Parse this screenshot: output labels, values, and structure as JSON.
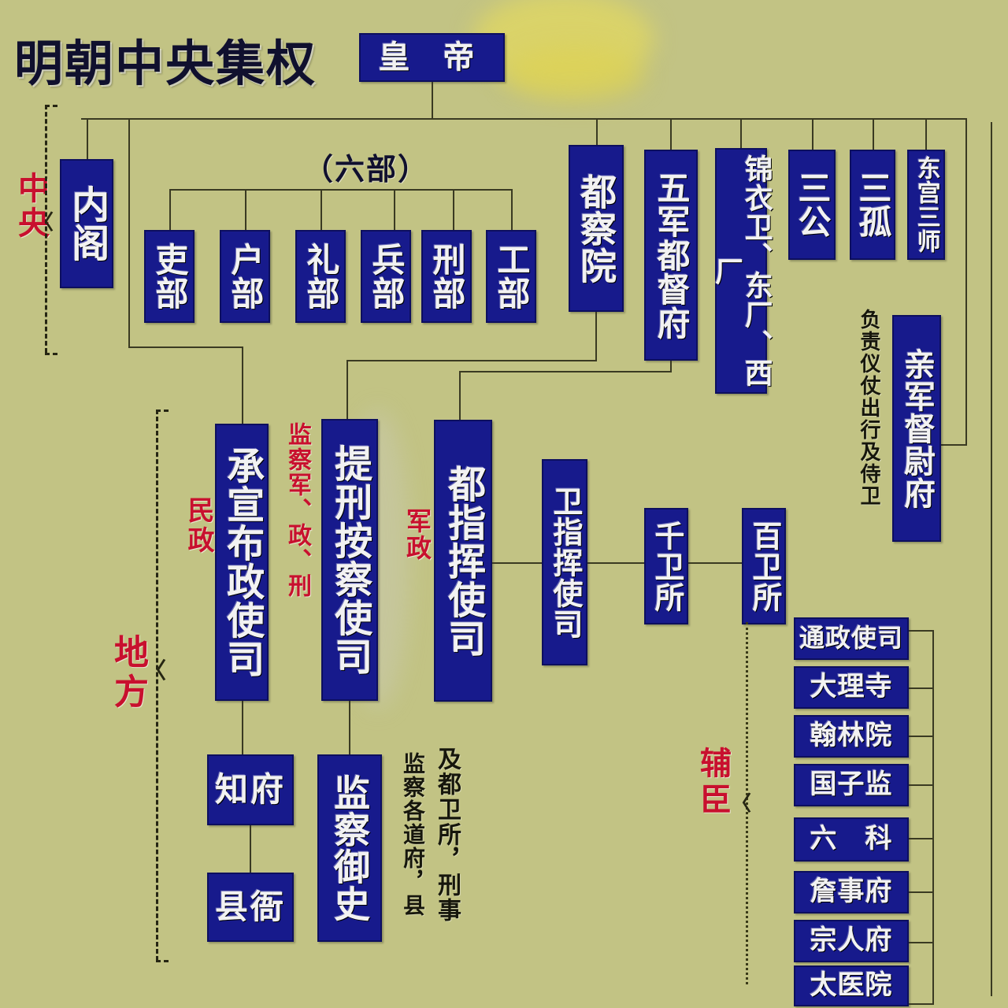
{
  "title": "明朝中央集权",
  "emperor": {
    "label": "皇 帝"
  },
  "groups": {
    "central_label": "中央",
    "local_label": "地方",
    "six_ministries_label": "（六部）",
    "civil_label": "民政",
    "military_label": "军政",
    "supervise_label": "监察军、政、刑",
    "assistant_label": "辅臣"
  },
  "central": {
    "cabinet": "内阁",
    "ministries": [
      "吏部",
      "户部",
      "礼部",
      "兵部",
      "刑部",
      "工部"
    ],
    "censorate": "都察院",
    "five_armies": "五军都督府",
    "secret_services": "锦衣卫、东厂、西厂",
    "three_dukes": "三公",
    "three_solitaries": "三孤",
    "east_palace": "东宫三师",
    "imperial_guard": "亲军督尉府",
    "imperial_guard_note": "负责仪仗出行及侍卫"
  },
  "local": {
    "administration": "承宣布政使司",
    "judicial": "提刑按察使司",
    "military_command": "都指挥使司",
    "wei_command": "卫指挥使司",
    "thousand_guard": "千卫所",
    "hundred_guard": "百卫所",
    "prefect": "知府",
    "county_office": "县衙",
    "censor": "监察御史",
    "censor_note_right": "及都卫所，刑事",
    "censor_note_left": "监察各道府，县"
  },
  "advisory_offices": [
    "通政使司",
    "大理寺",
    "翰林院",
    "国子监",
    "六　科",
    "詹事府",
    "宗人府",
    "太医院"
  ],
  "colors": {
    "background": "#c2c384",
    "box_fill": "#171a8c",
    "box_text": "#f2f2f2",
    "accent_red": "#c8102e",
    "line": "#3a3a22",
    "title_text": "#10102e"
  }
}
